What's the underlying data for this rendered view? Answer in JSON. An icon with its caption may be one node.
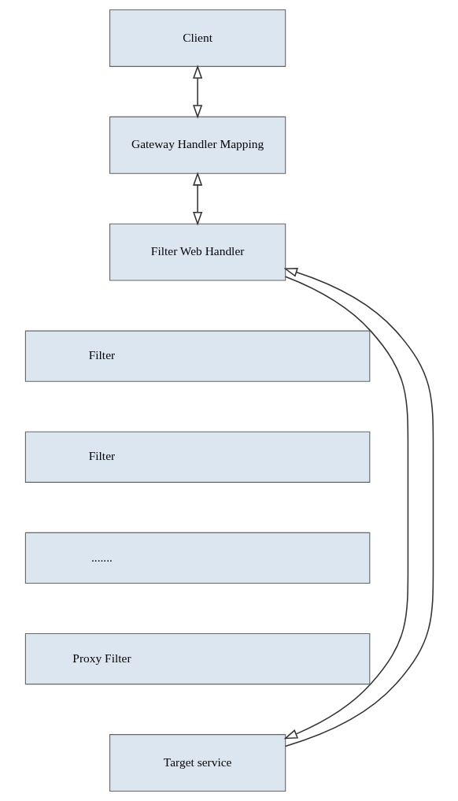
{
  "diagram": {
    "nodes": [
      {
        "text": [
          "Client"
        ]
      },
      {
        "text": [
          "Gateway Handler Mapping"
        ]
      },
      {
        "text": [
          "Filter Web Handler"
        ]
      },
      {
        "text": [
          "Filter"
        ]
      },
      {
        "text": [
          "Filter"
        ]
      },
      {
        "text": [
          "......."
        ]
      },
      {
        "text": [
          "Proxy Filter"
        ]
      },
      {
        "text": [
          "Target service"
        ]
      }
    ],
    "edges": [
      {
        "from": 0,
        "to": 1,
        "arrow": "both"
      },
      {
        "from": 1,
        "to": 2,
        "arrow": "both"
      },
      {
        "from": 2,
        "to": 7,
        "arrow": "to"
      },
      {
        "from": 7,
        "to": 2,
        "arrow": "to"
      }
    ]
  }
}
